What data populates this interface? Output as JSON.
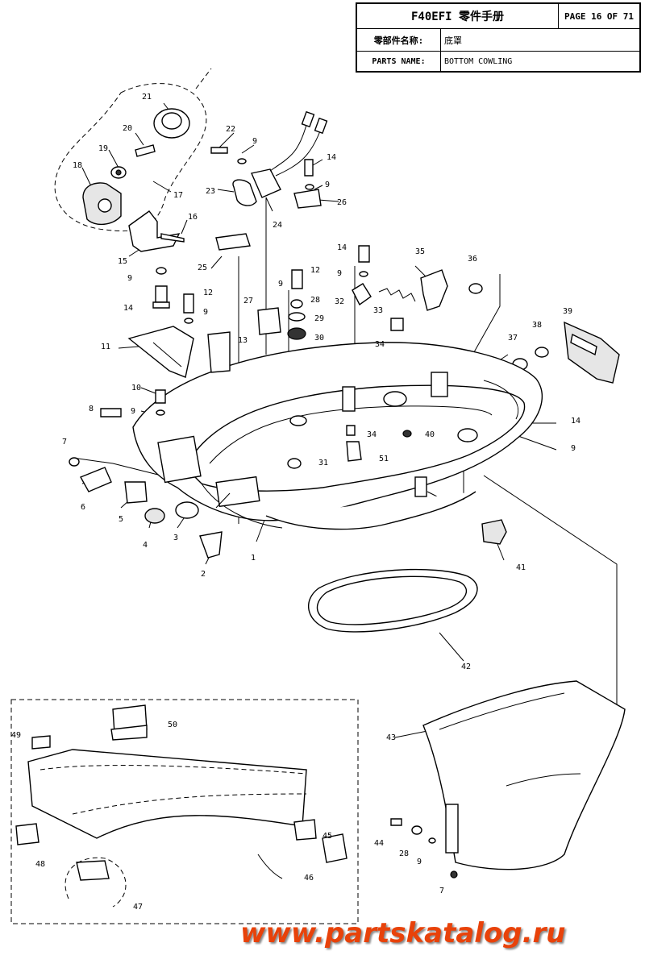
{
  "header": {
    "model": "F40EFI 零件手册",
    "page": "PAGE 16 OF 71",
    "part_name_label_cn": "零部件名称:",
    "part_name_cn": "底罩",
    "part_name_label_en": "PARTS NAME:",
    "part_name_en": "BOTTOM COWLING"
  },
  "callouts": {
    "n1": "1",
    "n2": "2",
    "n3": "3",
    "n4": "4",
    "n5": "5",
    "n6": "6",
    "n7a": "7",
    "n7b": "7",
    "n8": "8",
    "n9a": "9",
    "n9b": "9",
    "n9c": "9",
    "n9d": "9",
    "n9e": "9",
    "n9f": "9",
    "n9g": "9",
    "n9h": "9",
    "n10": "10",
    "n11": "11",
    "n12a": "12",
    "n12b": "12",
    "n13": "13",
    "n14a": "14",
    "n14b": "14",
    "n14c": "14",
    "n14d": "14",
    "n15": "15",
    "n16": "16",
    "n17": "17",
    "n18": "18",
    "n19": "19",
    "n20": "20",
    "n21": "21",
    "n22": "22",
    "n23": "23",
    "n24": "24",
    "n25": "25",
    "n26": "26",
    "n27": "27",
    "n28a": "28",
    "n28b": "28",
    "n29": "29",
    "n30": "30",
    "n31": "31",
    "n32": "32",
    "n33": "33",
    "n34a": "34",
    "n34b": "34",
    "n35": "35",
    "n36": "36",
    "n37": "37",
    "n38": "38",
    "n39": "39",
    "n40": "40",
    "n41": "41",
    "n42": "42",
    "n43": "43",
    "n44": "44",
    "n45": "45",
    "n46": "46",
    "n47": "47",
    "n48": "48",
    "n49": "49",
    "n50": "50",
    "n51": "51"
  },
  "watermark": "www.partskatalog.ru",
  "colors": {
    "watermark": "#e8420a",
    "ink": "#000000"
  }
}
